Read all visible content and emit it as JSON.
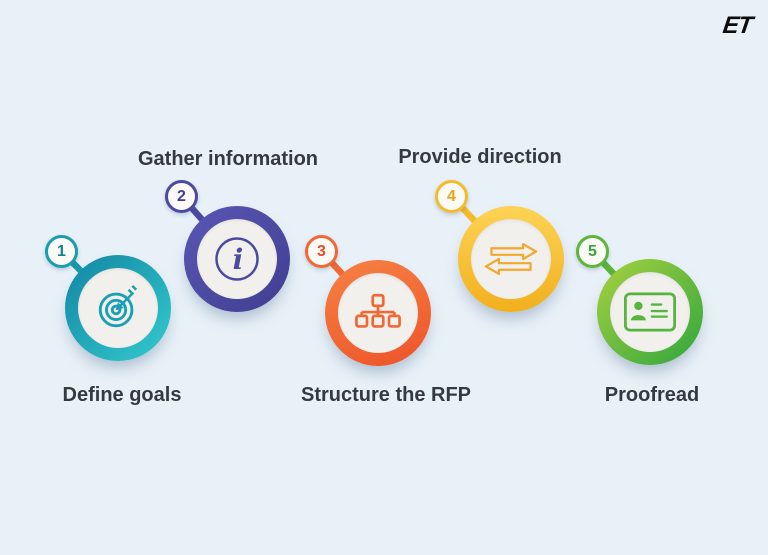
{
  "page": {
    "background_color": "#e9f1f8",
    "text_color": "#343a40",
    "type": "process-infographic"
  },
  "logo": {
    "text": "ET",
    "color": "#0d0d0d"
  },
  "steps": [
    {
      "number": "1",
      "label": "Define goals",
      "icon": "target-dart-icon",
      "accent": "#1a9cb0",
      "ring_gradient": [
        "#1790a9",
        "#2fc0c8"
      ],
      "label_position": "below"
    },
    {
      "number": "2",
      "label": "Gather information",
      "icon": "info-icon",
      "accent": "#4c4aa0",
      "ring_gradient": [
        "#5a57b5",
        "#403e90"
      ],
      "label_position": "above"
    },
    {
      "number": "3",
      "label": "Structure the RFP",
      "icon": "sitemap-icon",
      "accent": "#f26835",
      "ring_gradient": [
        "#f58243",
        "#ee5329"
      ],
      "label_position": "below"
    },
    {
      "number": "4",
      "label": "Provide direction",
      "icon": "transfer-arrows-icon",
      "accent": "#f5bc2a",
      "ring_gradient": [
        "#fdd355",
        "#f1b01e"
      ],
      "label_position": "above"
    },
    {
      "number": "5",
      "label": "Proofread",
      "icon": "id-card-icon",
      "accent": "#5cb63a",
      "ring_gradient": [
        "#a8d13f",
        "#2fa63e"
      ],
      "label_position": "below"
    }
  ]
}
